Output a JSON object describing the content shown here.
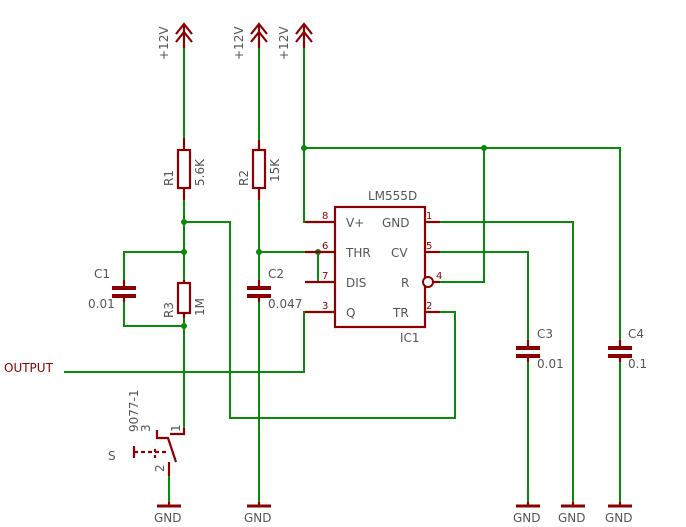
{
  "supplies": {
    "vcc1": "+12V",
    "vcc2": "+12V",
    "vcc3": "+12V"
  },
  "grounds": [
    "GND",
    "GND",
    "GND",
    "GND",
    "GND"
  ],
  "resistors": {
    "r1": {
      "name": "R1",
      "value": "5.6K"
    },
    "r2": {
      "name": "R2",
      "value": "15K"
    },
    "r3": {
      "name": "R3",
      "value": "1M"
    }
  },
  "capacitors": {
    "c1": {
      "name": "C1",
      "value": "0.01"
    },
    "c2": {
      "name": "C2",
      "value": "0.047"
    },
    "c3": {
      "name": "C3",
      "value": "0.01"
    },
    "c4": {
      "name": "C4",
      "value": "0.1"
    }
  },
  "ic": {
    "type": "LM555D",
    "name": "IC1",
    "pins_left": [
      {
        "num": "8",
        "label": "V+"
      },
      {
        "num": "6",
        "label": "THR"
      },
      {
        "num": "7",
        "label": "DIS"
      },
      {
        "num": "3",
        "label": "Q"
      }
    ],
    "pins_right": [
      {
        "num": "1",
        "label": "GND"
      },
      {
        "num": "5",
        "label": "CV"
      },
      {
        "num": "4",
        "label": "R"
      },
      {
        "num": "2",
        "label": "TR"
      }
    ]
  },
  "switch": {
    "part": "9077-1",
    "name": "S",
    "pin1": "1",
    "pin2": "2",
    "pin3": "3"
  },
  "output_label": "OUTPUT"
}
